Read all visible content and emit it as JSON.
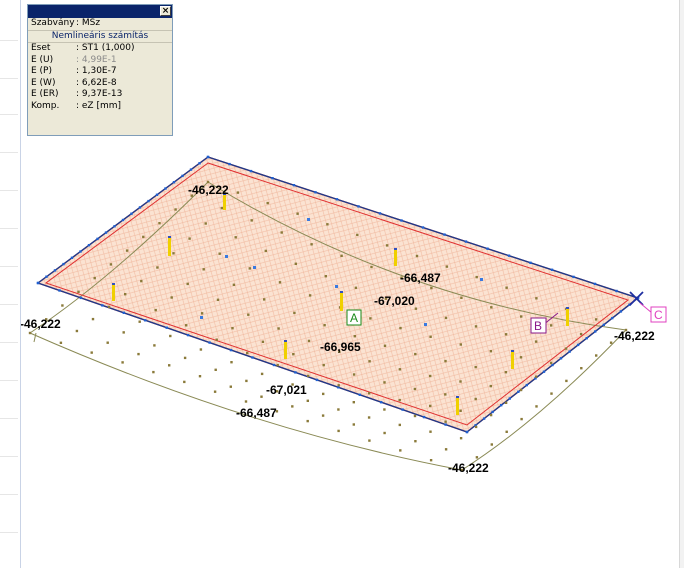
{
  "info_panel": {
    "standard_label": "Szabvány",
    "standard_value": ": MSz",
    "analysis_type": "Nemlineáris számítás",
    "rows": [
      {
        "key": "Eset",
        "value": ": ST1 (1,000)",
        "dim": false
      },
      {
        "key": "E (U)",
        "value": ": 4,99E-1",
        "dim": true
      },
      {
        "key": "E (P)",
        "value": ": 1,30E-7",
        "dim": false
      },
      {
        "key": "E (W)",
        "value": ": 6,62E-8",
        "dim": false
      },
      {
        "key": "E (ER)",
        "value": ": 9,37E-13",
        "dim": false
      },
      {
        "key": "Komp.",
        "value": ": eZ [mm]",
        "dim": false
      }
    ],
    "close_glyph": "×"
  },
  "diagram_labels": {
    "corner_back": "-46,222",
    "corner_left": "-46,222",
    "corner_right": "-46,222",
    "corner_front": "-46,222",
    "max_mid_back": "-66,487",
    "center_upper": "-67,020",
    "center": "-66,965",
    "center_lower": "-67,021",
    "max_mid_front": "-66,487"
  },
  "point_markers": {
    "a": "A",
    "b": "B",
    "c": "C"
  },
  "colors": {
    "plate_fill": "#fbe3d2",
    "plate_outline": "#e03030",
    "mesh_edge_nodes": "#1f5fd0",
    "deformed_lines": "#8a8a55",
    "grid_dots": "#8a7a3a",
    "support_bars": "#f0d000",
    "marker_a": "#1a8a1a",
    "marker_b": "#8a1a8a",
    "marker_c": "#e040c0"
  }
}
